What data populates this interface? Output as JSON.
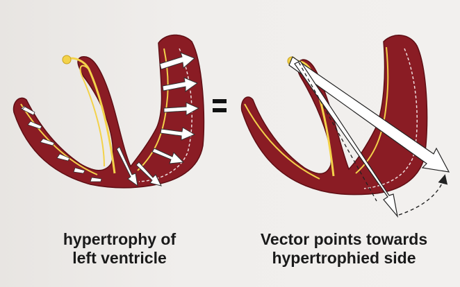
{
  "captions": {
    "left": [
      "hypertrophy of",
      "left ventricle"
    ],
    "right": [
      "Vector points towards",
      "hypertrophied side"
    ]
  },
  "equals_sign": "=",
  "colors": {
    "muscle": "#8a1c24",
    "muscle_outline": "#5e0e14",
    "conduction": "#f3d24a",
    "arrow_fill": "#ffffff",
    "arrow_stroke": "#2a2a2a"
  }
}
